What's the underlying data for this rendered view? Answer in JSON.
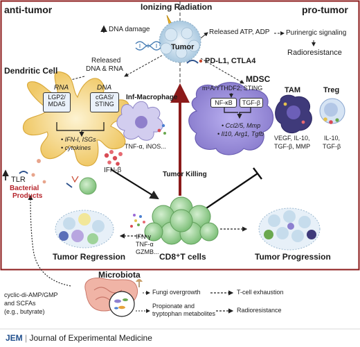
{
  "headers": {
    "anti_tumor": "anti-tumor",
    "pro_tumor": "pro-tumor",
    "ionizing_radiation": "Ionizing Radiation"
  },
  "center": {
    "dna_damage": "DNA damage",
    "tumor": "Tumor",
    "released_dna_rna": [
      "Released",
      "DNA & RNA"
    ],
    "released_atp": "Released ATP, ADP",
    "purinergic": "Purinergic signaling",
    "radioresistance_top": "Radioresistance",
    "checkpoints": "PD-L1, CTLA4",
    "tumor_killing": "Tumor Killing"
  },
  "dendritic": {
    "title": "Dendritic Cell",
    "rna": "RNA",
    "dna": "DNA",
    "lgp2": [
      "LGP2/",
      "MDA5"
    ],
    "cgas": [
      "cGAS/",
      "STING"
    ],
    "outputs": [
      "IFN-I, ISGs",
      "cytokines"
    ],
    "ifnb": "IFN-β",
    "tlr": "TLR",
    "bacterial": [
      "Bacterial",
      "Products"
    ]
  },
  "macrophage": {
    "title": "Inf-Macrophage",
    "cytokines": "TNF-α, iNOS..."
  },
  "mdsc": {
    "title": "MDSC",
    "pathway": "m⁶A/YTHDF2; STING",
    "nfkb": "NF-κB",
    "tgfb": "TGF-β",
    "genes": [
      "Ccl2/5, Mmp",
      "Il10, Arg1, Tgfb"
    ]
  },
  "tam": {
    "title": "TAM",
    "factors": [
      "VEGF, IL-10,",
      "TGF-β, MMP"
    ]
  },
  "treg": {
    "title": "Treg",
    "factors": [
      "IL-10,",
      "TGF-β"
    ]
  },
  "bottom": {
    "cd8": "CD8⁺T cells",
    "cd8_secreted": [
      "IFN-γ",
      "TNF-α",
      "GZMB..."
    ],
    "regression": "Tumor Regression",
    "progression": "Tumor Progression"
  },
  "microbiota": {
    "title": "Microbiota",
    "metabolites": [
      "cyclic-di-AMP/GMP",
      "and SCFAs",
      "(e.g., butyrate)"
    ],
    "fungi": "Fungi overgrowth",
    "exhaustion": "T-cell exhaustion",
    "propionate": [
      "Propionate and",
      "tryptophan metabolites"
    ],
    "radioresistance": "Radioresistance"
  },
  "footer": {
    "logo": "JEM",
    "journal": "Journal of Experimental Medicine"
  },
  "colors": {
    "frame": "#8b1a1a",
    "dc": "#f3d27a",
    "mdsc": "#9b8fd6",
    "cd8": "#9fd39a",
    "tumor": "#cfe3f2",
    "box": "#eaf1fb"
  }
}
